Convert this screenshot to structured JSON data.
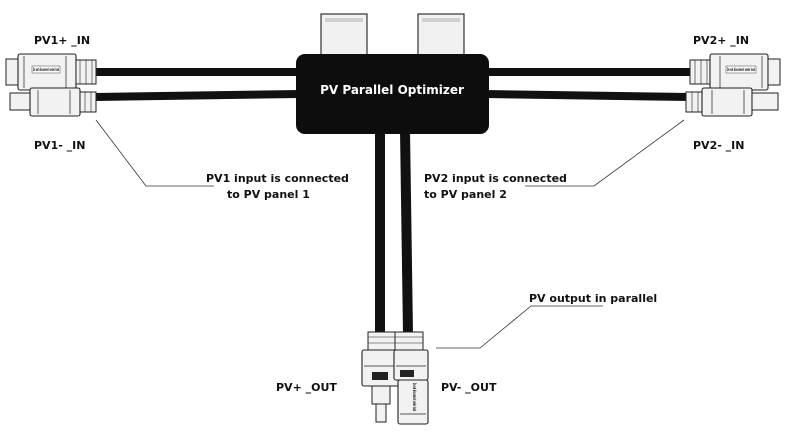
{
  "colors": {
    "cable": "#111111",
    "box": "#0d0d0d",
    "connector_fill": "#f2f2f2",
    "connector_stroke": "#222222",
    "leader": "#333333"
  },
  "box": {
    "title": "PV Parallel Optimizer"
  },
  "labels": {
    "pv1_pos_in": "PV1+ _IN",
    "pv1_neg_in": "PV1- _IN",
    "pv2_pos_in": "PV2+ _IN",
    "pv2_neg_in": "PV2- _IN",
    "pv_pos_out": "PV+ _OUT",
    "pv_neg_out": "PV- _OUT"
  },
  "annotations": {
    "pv1_line1": "PV1 input is connected",
    "pv1_line2": "to PV panel 1",
    "pv2_line1": "PV2 input is connected",
    "pv2_line2": "to PV panel 2",
    "output": "PV output in parallel"
  },
  "connector_marks": {
    "left": "Do not disconnect under load",
    "right": "Do not disconnect under load",
    "bottom": "Do not disconnect under load"
  }
}
